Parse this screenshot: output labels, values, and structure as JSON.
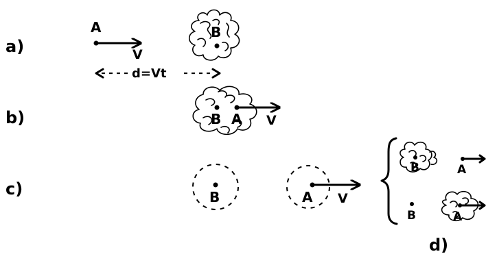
{
  "panels": {
    "a": {
      "label": "a)",
      "point_a": "A",
      "point_b": "B",
      "velocity": "V",
      "distance": "d=Vt"
    },
    "b": {
      "label": "b)",
      "point_b": "B",
      "point_a": "A",
      "velocity": "V"
    },
    "c": {
      "label": "c)",
      "point_b": "B",
      "point_a": "A",
      "velocity": "V"
    },
    "d": {
      "label": "d)",
      "top": {
        "point_b": "B",
        "point_a": "A"
      },
      "bottom": {
        "point_b": "B",
        "point_a": "A"
      }
    }
  }
}
